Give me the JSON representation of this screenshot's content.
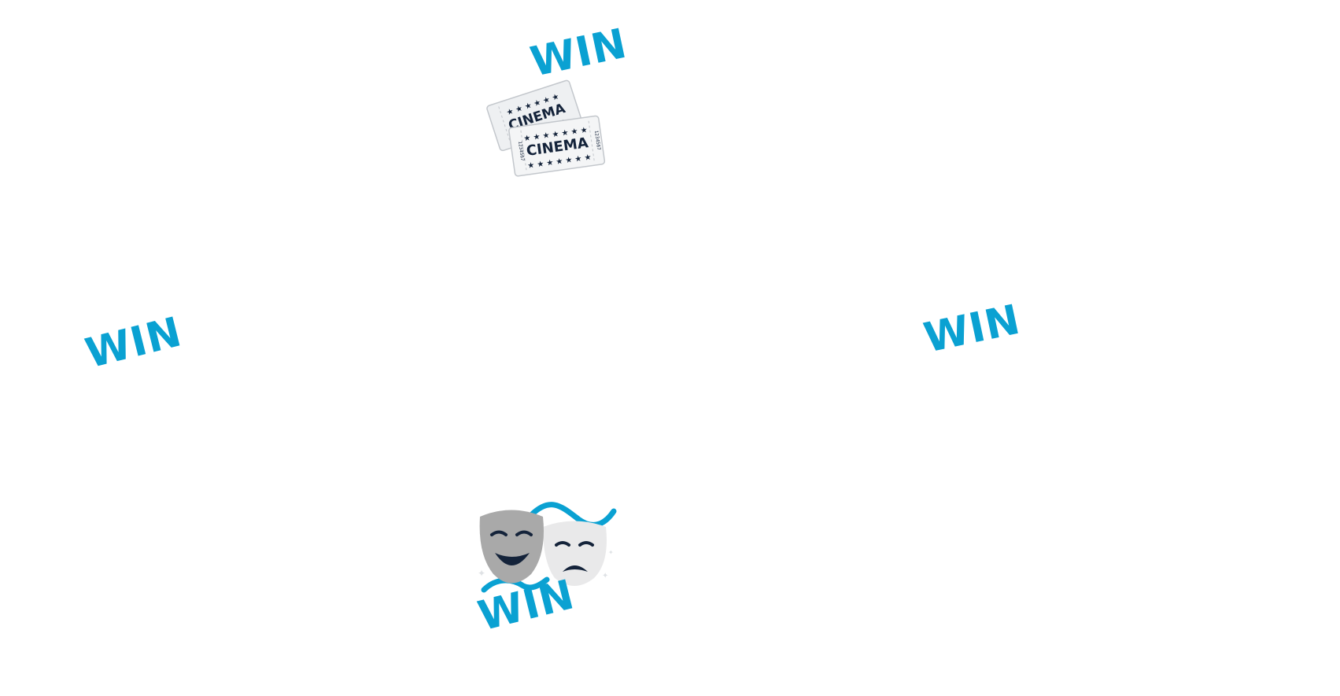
{
  "promos": {
    "cinema": {
      "win_label": "WIN",
      "ticket_text": "CINEMA",
      "ticket_serial": "1234567"
    },
    "left": {
      "win_label": "WIN"
    },
    "right": {
      "win_label": "WIN"
    },
    "theatre": {
      "win_label": "WIN"
    }
  },
  "colors": {
    "accent": "#0aa1d2",
    "ink": "#14233a",
    "ticket": "#eef0f2",
    "mask_front": "#a9a9a9",
    "mask_back": "#e9e9ea"
  },
  "icons": {
    "cinema": "cinema-tickets-icon",
    "theatre": "theatre-masks-icon"
  }
}
